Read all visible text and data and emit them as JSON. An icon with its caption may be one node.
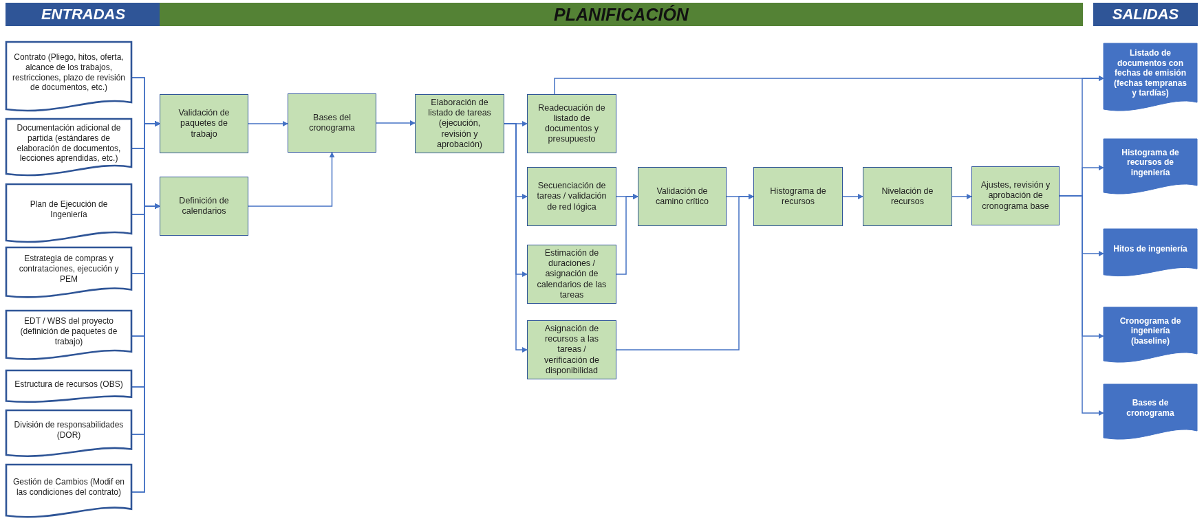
{
  "diagram": {
    "nodes": [
      {
        "text": [
          "ENTRADAS"
        ]
      },
      {
        "text": [
          "PLANIFICACIÓN"
        ]
      },
      {
        "text": [
          "SALIDAS"
        ]
      },
      {
        "text": [
          "Contrato (Pliego, hitos, oferta, alcance de los trabajos, restricciones, plazo de revisión de documentos, etc.)"
        ]
      },
      {
        "text": [
          "Documentación adicional de partida (estándares de elaboración de documentos, lecciones aprendidas, etc.)"
        ]
      },
      {
        "text": [
          "Plan de Ejecución de Ingeniería"
        ]
      },
      {
        "text": [
          "Estrategia de compras y contrataciones, ejecución y PEM"
        ]
      },
      {
        "text": [
          "EDT / WBS del proyecto (definición de paquetes de trabajo)"
        ]
      },
      {
        "text": [
          "Estructura de recursos (OBS)"
        ]
      },
      {
        "text": [
          "División de responsabilidades (DOR)"
        ]
      },
      {
        "text": [
          "Gestión de Cambios (Modif en las condiciones del contrato)"
        ]
      },
      {
        "text": [
          "Validación de paquetes de trabajo"
        ]
      },
      {
        "text": [
          "Definición de calendarios"
        ]
      },
      {
        "text": [
          "Bases del cronograma"
        ]
      },
      {
        "text": [
          "Elaboración de listado de tareas (ejecución, revisión y aprobación)"
        ]
      },
      {
        "text": [
          "Readecuación de listado de documentos y presupuesto"
        ]
      },
      {
        "text": [
          "Secuenciación de tareas / validación de red lógica"
        ]
      },
      {
        "text": [
          "Estimación de duraciones / asignación de calendarios de las tareas"
        ]
      },
      {
        "text": [
          "Asignación de recursos a las tareas / verificación de disponibilidad"
        ]
      },
      {
        "text": [
          "Validación de camino crítico"
        ]
      },
      {
        "text": [
          "Histograma de recursos"
        ]
      },
      {
        "text": [
          "Nivelación de recursos"
        ]
      },
      {
        "text": [
          "Ajustes, revisión y aprobación de cronograma base"
        ]
      },
      {
        "text": [
          "Listado de documentos con fechas de emisión (fechas tempranas y tardías)"
        ]
      },
      {
        "text": [
          "Histograma de recursos de ingeniería"
        ]
      },
      {
        "text": [
          "Hitos de ingeniería"
        ]
      },
      {
        "text": [
          "Cronograma de ingeniería (baseline)"
        ]
      },
      {
        "text": [
          "Bases de cronograma"
        ]
      }
    ],
    "edges": [
      {
        "from": 3,
        "to": 11,
        "arrow": "to"
      },
      {
        "from": 3,
        "to": 12,
        "arrow": "to"
      },
      {
        "from": 4,
        "to": 11,
        "arrow": "to"
      },
      {
        "from": 4,
        "to": 12,
        "arrow": "to"
      },
      {
        "from": 5,
        "to": 11,
        "arrow": "to"
      },
      {
        "from": 5,
        "to": 12,
        "arrow": "to"
      },
      {
        "from": 6,
        "to": 11,
        "arrow": "to"
      },
      {
        "from": 6,
        "to": 12,
        "arrow": "to"
      },
      {
        "from": 7,
        "to": 11,
        "arrow": "to"
      },
      {
        "from": 7,
        "to": 12,
        "arrow": "to"
      },
      {
        "from": 8,
        "to": 11,
        "arrow": "to"
      },
      {
        "from": 8,
        "to": 12,
        "arrow": "to"
      },
      {
        "from": 9,
        "to": 11,
        "arrow": "to"
      },
      {
        "from": 9,
        "to": 12,
        "arrow": "to"
      },
      {
        "from": 10,
        "to": 11,
        "arrow": "to"
      },
      {
        "from": 10,
        "to": 12,
        "arrow": "to"
      },
      {
        "from": 11,
        "to": 13,
        "arrow": "to"
      },
      {
        "from": 12,
        "to": 13,
        "arrow": "to"
      },
      {
        "from": 13,
        "to": 14,
        "arrow": "to"
      },
      {
        "from": 14,
        "to": 15,
        "arrow": "to"
      },
      {
        "from": 14,
        "to": 16,
        "arrow": "to"
      },
      {
        "from": 14,
        "to": 17,
        "arrow": "to"
      },
      {
        "from": 14,
        "to": 18,
        "arrow": "to"
      },
      {
        "from": 15,
        "to": 23,
        "arrow": "to"
      },
      {
        "from": 16,
        "to": 19,
        "arrow": "to"
      },
      {
        "from": 17,
        "to": 19,
        "arrow": "to"
      },
      {
        "from": 18,
        "to": 20,
        "arrow": "to"
      },
      {
        "from": 19,
        "to": 20,
        "arrow": "to"
      },
      {
        "from": 20,
        "to": 21,
        "arrow": "to"
      },
      {
        "from": 21,
        "to": 22,
        "arrow": "to"
      },
      {
        "from": 22,
        "to": 23,
        "arrow": "to"
      },
      {
        "from": 22,
        "to": 24,
        "arrow": "to"
      },
      {
        "from": 22,
        "to": 25,
        "arrow": "to"
      },
      {
        "from": 22,
        "to": 26,
        "arrow": "to"
      },
      {
        "from": 22,
        "to": 27,
        "arrow": "to"
      }
    ]
  }
}
